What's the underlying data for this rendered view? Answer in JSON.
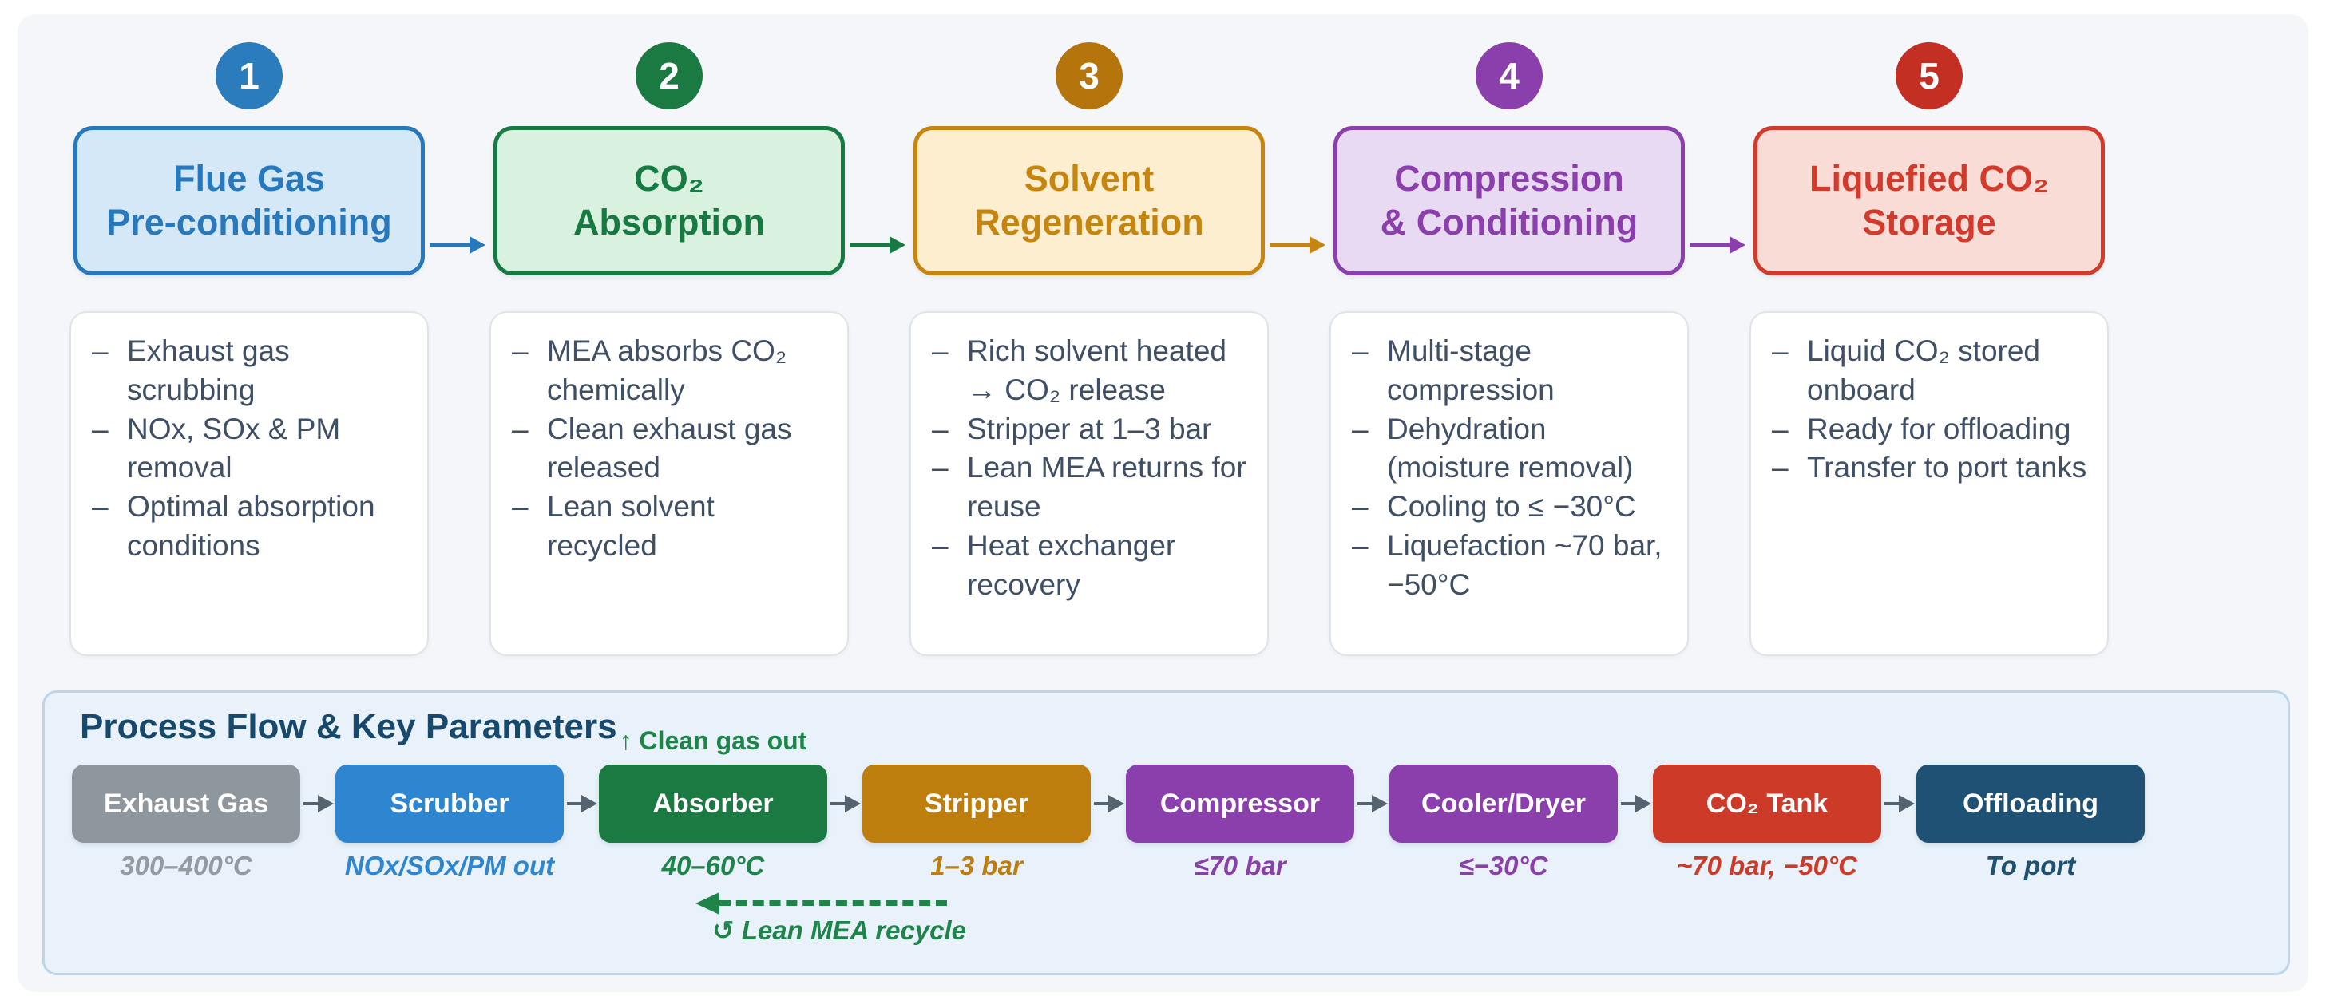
{
  "ui": {
    "bullet": "–"
  },
  "stages": [
    {
      "number": "1",
      "title_lines": [
        "Flue Gas",
        "Pre-conditioning"
      ],
      "accent": "#2778bd",
      "fill": "#d5e8f8",
      "circle_color": "#2b7cbd",
      "details": [
        "Exhaust gas scrubbing",
        "NOx, SOx & PM removal",
        "Optimal absorption conditions"
      ]
    },
    {
      "number": "2",
      "title_lines": [
        "CO₂",
        "Absorption"
      ],
      "accent": "#177a42",
      "fill": "#d9f2e0",
      "circle_color": "#1b7a42",
      "details": [
        "MEA absorbs CO₂ chemically",
        "Clean exhaust gas released",
        "Lean solvent recycled"
      ]
    },
    {
      "number": "3",
      "title_lines": [
        "Solvent",
        "Regeneration"
      ],
      "accent": "#c5850f",
      "fill": "#fdeecf",
      "circle_color": "#b5740c",
      "details": [
        "Rich solvent heated → CO₂ release",
        "Stripper at 1–3 bar",
        "Lean MEA returns for reuse",
        "Heat exchanger recovery"
      ]
    },
    {
      "number": "4",
      "title_lines": [
        "Compression",
        "& Conditioning"
      ],
      "accent": "#8b3fac",
      "fill": "#e9daf3",
      "circle_color": "#8b3fac",
      "details": [
        "Multi-stage compression",
        "Dehydration (moisture removal)",
        "Cooling to ≤ −30°C",
        "Liquefaction ~70 bar, −50°C"
      ]
    },
    {
      "number": "5",
      "title_lines": [
        "Liquefied CO₂",
        "Storage"
      ],
      "accent": "#d23a2b",
      "fill": "#fadcd7",
      "circle_color": "#c42f23",
      "details": [
        "Liquid CO₂ stored onboard",
        "Ready for offloading",
        "Transfer to port tanks"
      ]
    }
  ],
  "flow_panel": {
    "title": "Process Flow & Key Parameters",
    "title_color": "#17496d",
    "bg": "#e9f1fa",
    "border": "#bad5ec",
    "arrow_color": "#55626f",
    "steps": [
      {
        "name": "Exhaust Gas",
        "color": "#8e969e",
        "param": "300–400°C",
        "param_color": "#939ba1"
      },
      {
        "name": "Scrubber",
        "color": "#2e86d0",
        "param": "NOx/SOx/PM out",
        "param_color": "#2e86d0"
      },
      {
        "name": "Absorber",
        "color": "#1b7a42",
        "param": "40–60°C",
        "param_color": "#1e8449"
      },
      {
        "name": "Stripper",
        "color": "#bd7e0d",
        "param": "1–3 bar",
        "param_color": "#bd7e0d"
      },
      {
        "name": "Compressor",
        "color": "#8b3fac",
        "param": "≤70 bar",
        "param_color": "#8b3fac"
      },
      {
        "name": "Cooler/Dryer",
        "color": "#8b3fac",
        "param": "≤−30°C",
        "param_color": "#8b3fac"
      },
      {
        "name": "CO₂ Tank",
        "color": "#cd3a28",
        "param": "~70 bar, −50°C",
        "param_color": "#cd3a28"
      },
      {
        "name": "Offloading",
        "color": "#1f5174",
        "param": "To port",
        "param_color": "#1f5174"
      }
    ],
    "annotations": {
      "clean_gas": {
        "text": "↑ Clean gas out",
        "color": "#1e8449"
      },
      "recycle": {
        "text": "↺ Lean MEA recycle",
        "color": "#1e8449"
      }
    }
  }
}
